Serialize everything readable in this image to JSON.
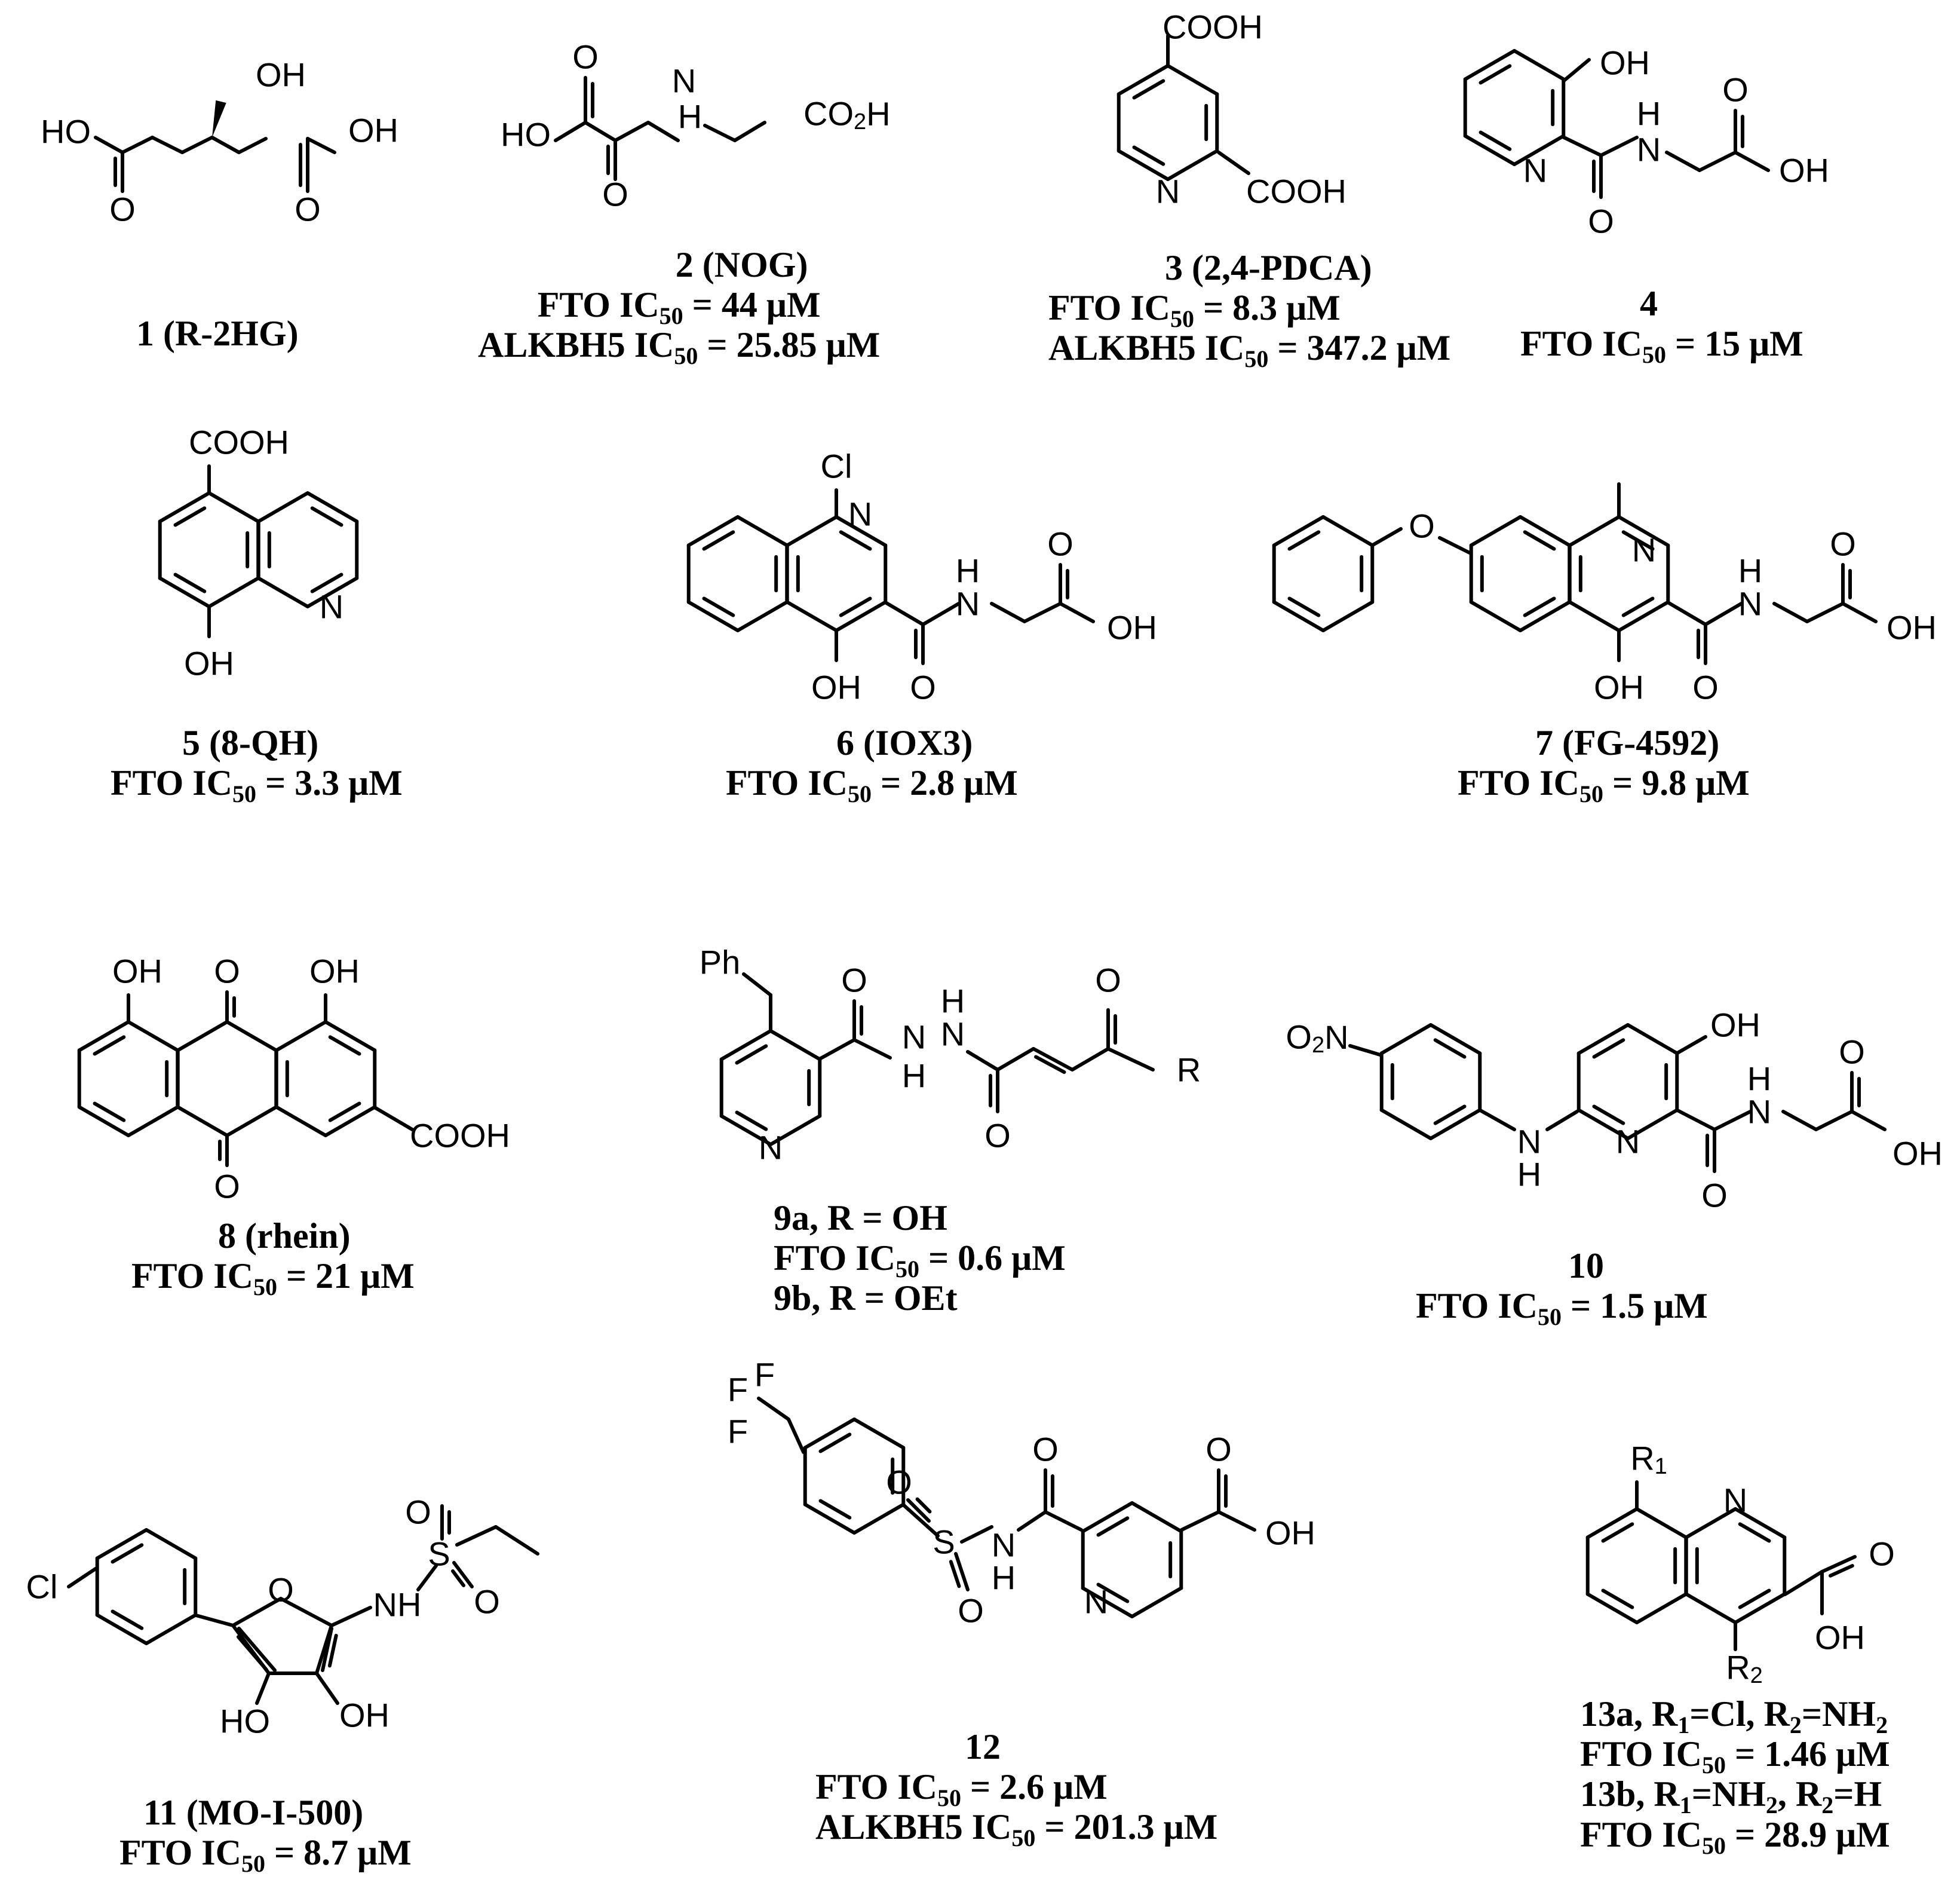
{
  "compounds": [
    {
      "id": "1",
      "name": "1 (R-2HG)",
      "activity": []
    },
    {
      "id": "2",
      "name": "2 (NOG)",
      "activity": [
        {
          "prefix": "FTO IC",
          "sub": "50",
          "value": " = 44 μM"
        },
        {
          "prefix": "ALKBH5 IC",
          "sub": "50",
          "value": " = 25.85 μM"
        }
      ]
    },
    {
      "id": "3",
      "name": "3 (2,4-PDCA)",
      "activity": [
        {
          "prefix": "FTO IC",
          "sub": "50",
          "value": " = 8.3 μM"
        },
        {
          "prefix": "ALKBH5 IC",
          "sub": "50",
          "value": " = 347.2 μM"
        }
      ]
    },
    {
      "id": "4",
      "name": "4",
      "activity": [
        {
          "prefix": "FTO IC",
          "sub": "50",
          "value": " = 15 μM"
        }
      ]
    },
    {
      "id": "5",
      "name": "5 (8-QH)",
      "activity": [
        {
          "prefix": "FTO IC",
          "sub": "50",
          "value": " = 3.3 μM"
        }
      ]
    },
    {
      "id": "6",
      "name": "6 (IOX3)",
      "activity": [
        {
          "prefix": "FTO IC",
          "sub": "50",
          "value": " = 2.8 μM"
        }
      ]
    },
    {
      "id": "7",
      "name": "7 (FG-4592)",
      "activity": [
        {
          "prefix": "FTO IC",
          "sub": "50",
          "value": " = 9.8 μM"
        }
      ]
    },
    {
      "id": "8",
      "name": "8 (rhein)",
      "activity": [
        {
          "prefix": "FTO IC",
          "sub": "50",
          "value": " = 21 μM"
        }
      ]
    },
    {
      "id": "9",
      "name": "9a, R = OH",
      "activity": [
        {
          "prefix": "FTO IC",
          "sub": "50",
          "value": " = 0.6 μM"
        },
        {
          "prefix": "9b, R = OEt",
          "sub": "",
          "value": ""
        }
      ]
    },
    {
      "id": "10",
      "name": "10",
      "activity": [
        {
          "prefix": "FTO IC",
          "sub": "50",
          "value": " = 1.5 μM"
        }
      ]
    },
    {
      "id": "11",
      "name": "11 (MO-I-500)",
      "activity": [
        {
          "prefix": "FTO IC",
          "sub": "50",
          "value": " = 8.7 μM"
        }
      ]
    },
    {
      "id": "12",
      "name": "12",
      "activity": [
        {
          "prefix": "FTO IC",
          "sub": "50",
          "value": " = 2.6 μM"
        },
        {
          "prefix": "ALKBH5 IC",
          "sub": "50",
          "value": " = 201.3 μM"
        }
      ]
    },
    {
      "id": "13",
      "name": "13a, R",
      "activity": [
        {
          "prefix": "FTO IC",
          "sub": "50",
          "value": " = 1.46 μM"
        },
        {
          "prefix": "13b, R",
          "sub": "",
          "value": ""
        },
        {
          "prefix": "FTO IC",
          "sub": "50",
          "value": " = 28.9 μM"
        }
      ]
    }
  ],
  "labels13": {
    "line1": [
      "13a, R",
      "1",
      "=Cl, R",
      "2",
      "=NH",
      "2"
    ],
    "line3": [
      "13b, R",
      "1",
      "=NH",
      "2",
      ", R",
      "2",
      "=H"
    ]
  },
  "atoms": {
    "oh": "OH",
    "ho": "HO",
    "o": "O",
    "n": "N",
    "h": "H",
    "nh": "NH",
    "cooh": "COOH",
    "co2h": "CO",
    "co2h_sub": "2",
    "co2h_end": "H",
    "cl": "Cl",
    "ph": "Ph",
    "r": "R",
    "f": "F",
    "s": "S",
    "o2n": "O",
    "o2n_sub": "2",
    "o2n_end": "N",
    "r1": "R",
    "r1_sub": "1",
    "r2": "R",
    "r2_sub": "2"
  }
}
